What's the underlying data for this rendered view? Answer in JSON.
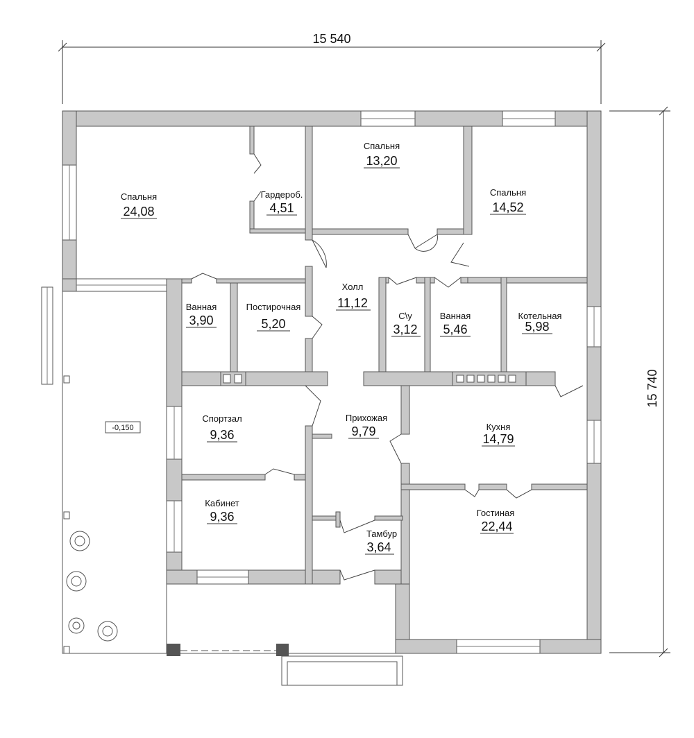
{
  "dimensions": {
    "width": "15 540",
    "height": "15 740"
  },
  "terrace": {
    "level": "-0,150"
  },
  "rooms": [
    {
      "id": "bedroom-1",
      "name": "Спальня",
      "area": "24,08"
    },
    {
      "id": "wardrobe",
      "name": "Гардероб.",
      "area": "4,51"
    },
    {
      "id": "bedroom-2",
      "name": "Спальня",
      "area": "13,20"
    },
    {
      "id": "bedroom-3",
      "name": "Спальня",
      "area": "14,52"
    },
    {
      "id": "bathroom-1",
      "name": "Ванная",
      "area": "3,90"
    },
    {
      "id": "laundry",
      "name": "Постирочная",
      "area": "5,20"
    },
    {
      "id": "hall",
      "name": "Холл",
      "area": "11,12"
    },
    {
      "id": "wc",
      "name": "С\\у",
      "area": "3,12"
    },
    {
      "id": "bathroom-2",
      "name": "Ванная",
      "area": "5,46"
    },
    {
      "id": "boiler",
      "name": "Котельная",
      "area": "5,98"
    },
    {
      "id": "gym",
      "name": "Спортзал",
      "area": "9,36"
    },
    {
      "id": "entry-hall",
      "name": "Прихожая",
      "area": "9,79"
    },
    {
      "id": "kitchen",
      "name": "Кухня",
      "area": "14,79"
    },
    {
      "id": "office",
      "name": "Кабинет",
      "area": "9,36"
    },
    {
      "id": "vestibule",
      "name": "Тамбур",
      "area": "3,64"
    },
    {
      "id": "living-room",
      "name": "Гостиная",
      "area": "22,44"
    }
  ]
}
